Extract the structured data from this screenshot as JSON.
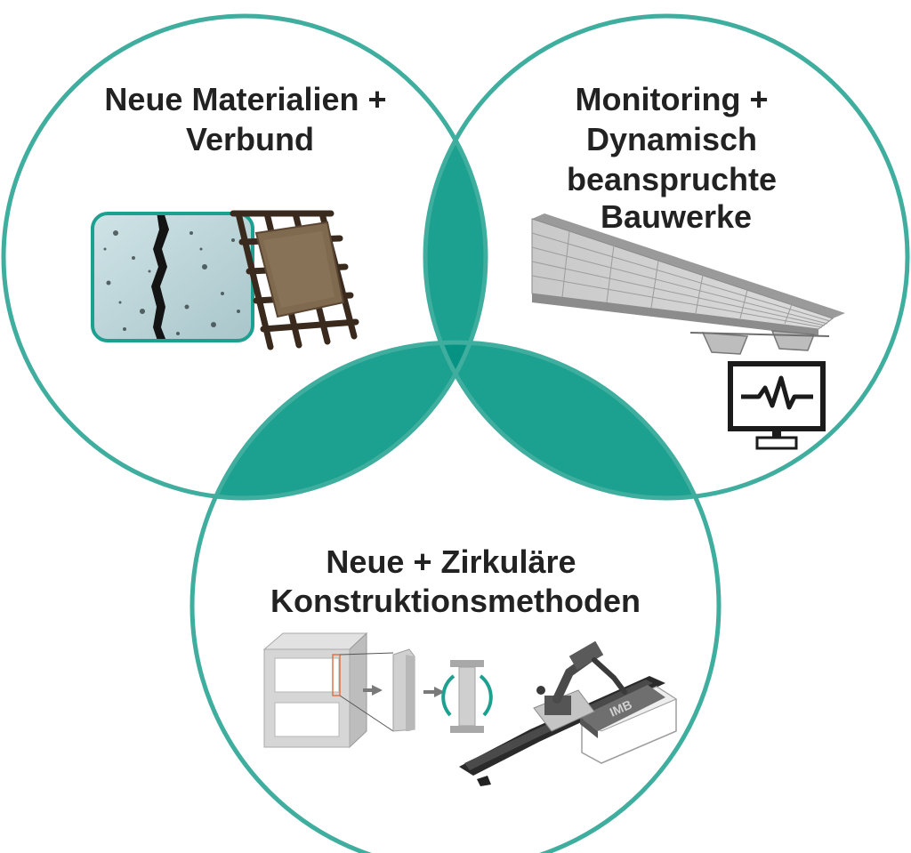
{
  "colors": {
    "teal": "#1ca08f",
    "teal_center": "#069383",
    "circle_stroke": "#3fae9f",
    "text": "#222222"
  },
  "circles": [
    {
      "id": "materials",
      "title_lines": [
        "Neue Materialien +",
        "Verbund"
      ],
      "images": [
        "concrete-crack-sample-image",
        "textile-grid-reinforcement-image"
      ]
    },
    {
      "id": "monitoring",
      "title_lines": [
        "Monitoring +",
        "Dynamisch",
        "beanspruchte",
        "Bauwerke"
      ],
      "images": [
        "bridge-deck-model-image",
        "monitor-signal-icon"
      ]
    },
    {
      "id": "construction",
      "title_lines": [
        "Neue + Zirkuläre",
        "Konstruktionsmethoden"
      ],
      "images": [
        "modular-frame-reuse-image",
        "robot-fabrication-image"
      ]
    }
  ],
  "robot_label": "IMB"
}
